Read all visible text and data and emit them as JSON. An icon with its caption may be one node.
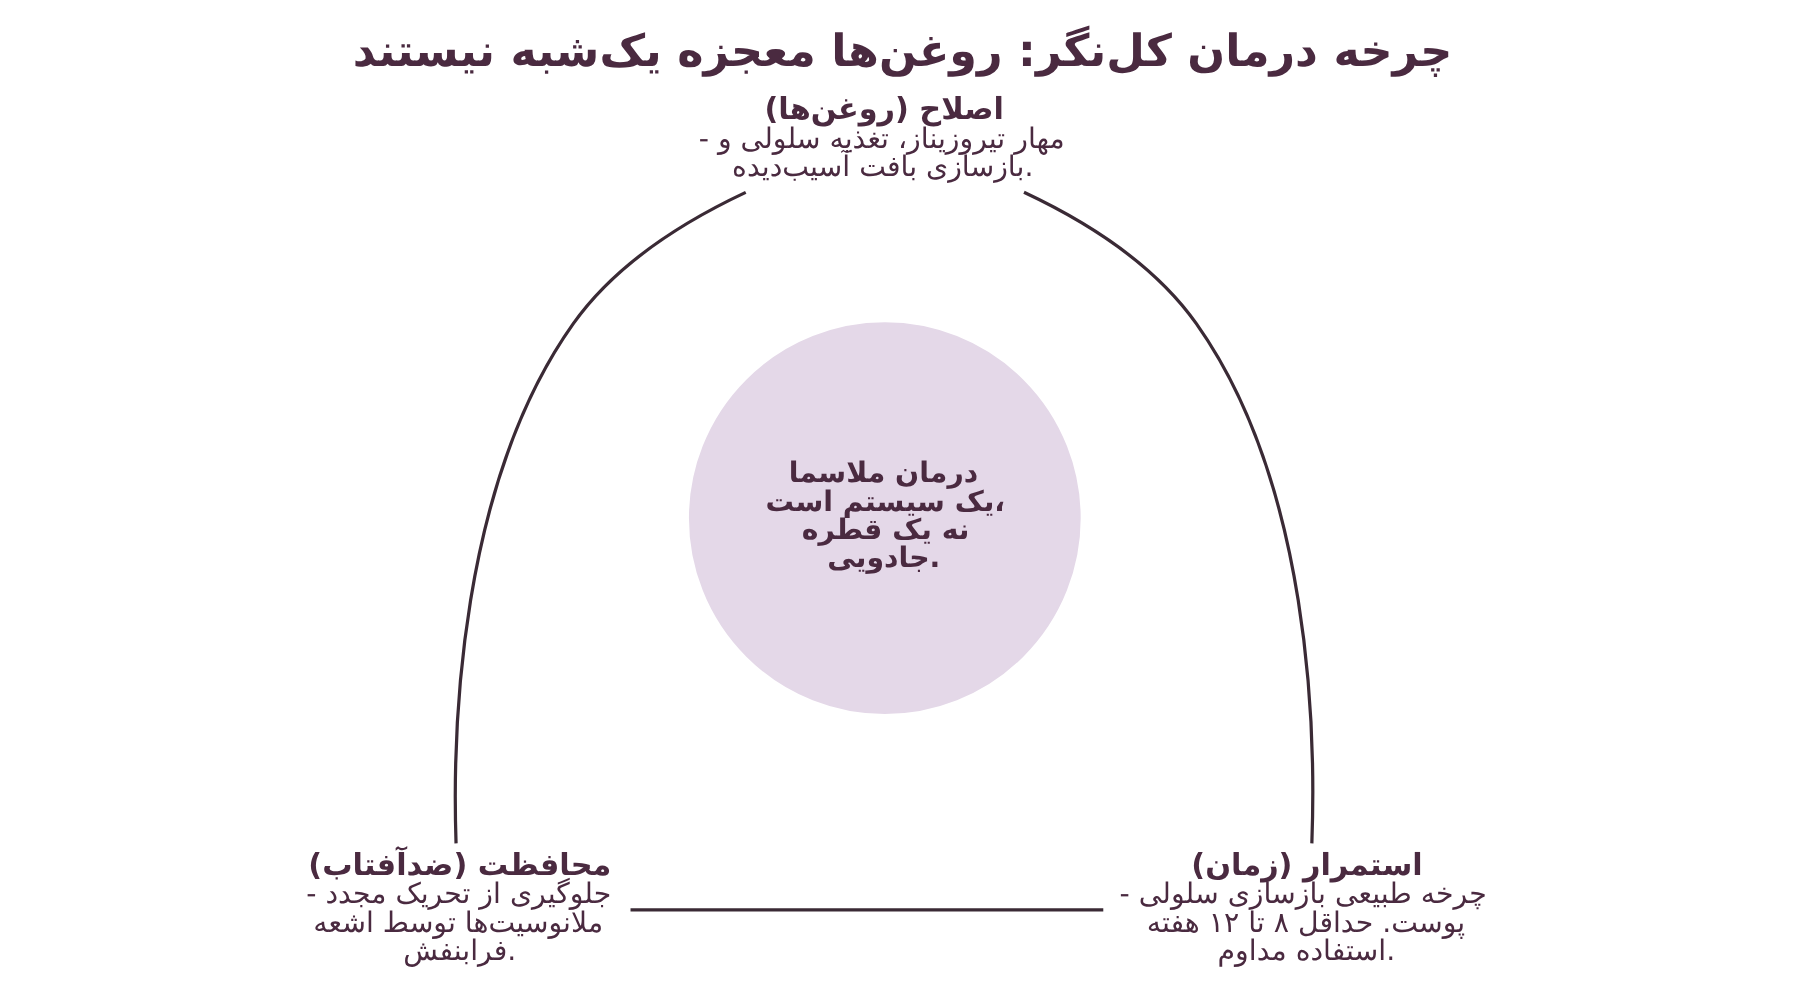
{
  "diagram": {
    "title": "چرخه درمان کل‌نگر: روغن‌ها معجزه یک‌شبه نیستند",
    "nodes": [
      {
        "text": [
          "اصلاح (روغن‌ها)",
          "- مهار تیروزیناز، تغذیه سلولی و بازسازی بافت آسیب‌دیده."
        ]
      },
      {
        "text": [
          "درمان ملاسما یک سیستم است، نه یک قطره جادویی."
        ]
      },
      {
        "text": [
          "محافظت (ضدآفتاب)",
          "- جلوگیری از تحریک مجدد ملانوسیت‌ها توسط اشعه فرابنفش."
        ]
      },
      {
        "text": [
          "استمرار (زمان)",
          "- چرخه طبیعی بازسازی سلولی پوست. حداقل ۸ تا ۱۲ هفته استفاده مداوم."
        ]
      }
    ],
    "edges": [
      {
        "from": 0,
        "to": 2,
        "arrow": "none"
      },
      {
        "from": 0,
        "to": 3,
        "arrow": "none"
      },
      {
        "from": 2,
        "to": 3,
        "arrow": "none"
      }
    ]
  }
}
